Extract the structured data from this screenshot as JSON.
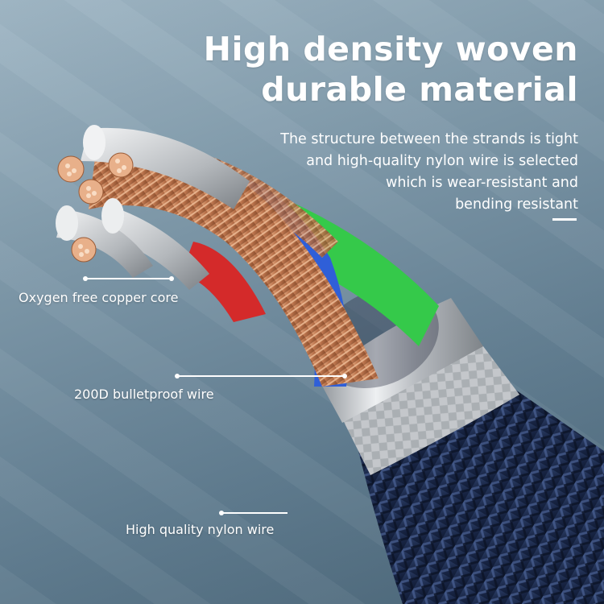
{
  "headline": {
    "line1": "High density woven",
    "line2": "durable material"
  },
  "description": {
    "line1": "The structure between the strands is tight",
    "line2": "and high-quality nylon wire is selected",
    "line3": "which is wear-resistant and",
    "line4": "bending resistant"
  },
  "callouts": {
    "copper": "Oxygen free copper core",
    "bulletproof": "200D bulletproof wire",
    "nylon": "High quality nylon wire"
  },
  "colors": {
    "background": "#7d97a8",
    "copper": "#c8845a",
    "wire_blue": "#2f5fd8",
    "wire_green": "#35c94a",
    "wire_red": "#d42a2a",
    "braid": "#1f2f52",
    "metal": "#c9ccd0",
    "text": "#ffffff"
  }
}
